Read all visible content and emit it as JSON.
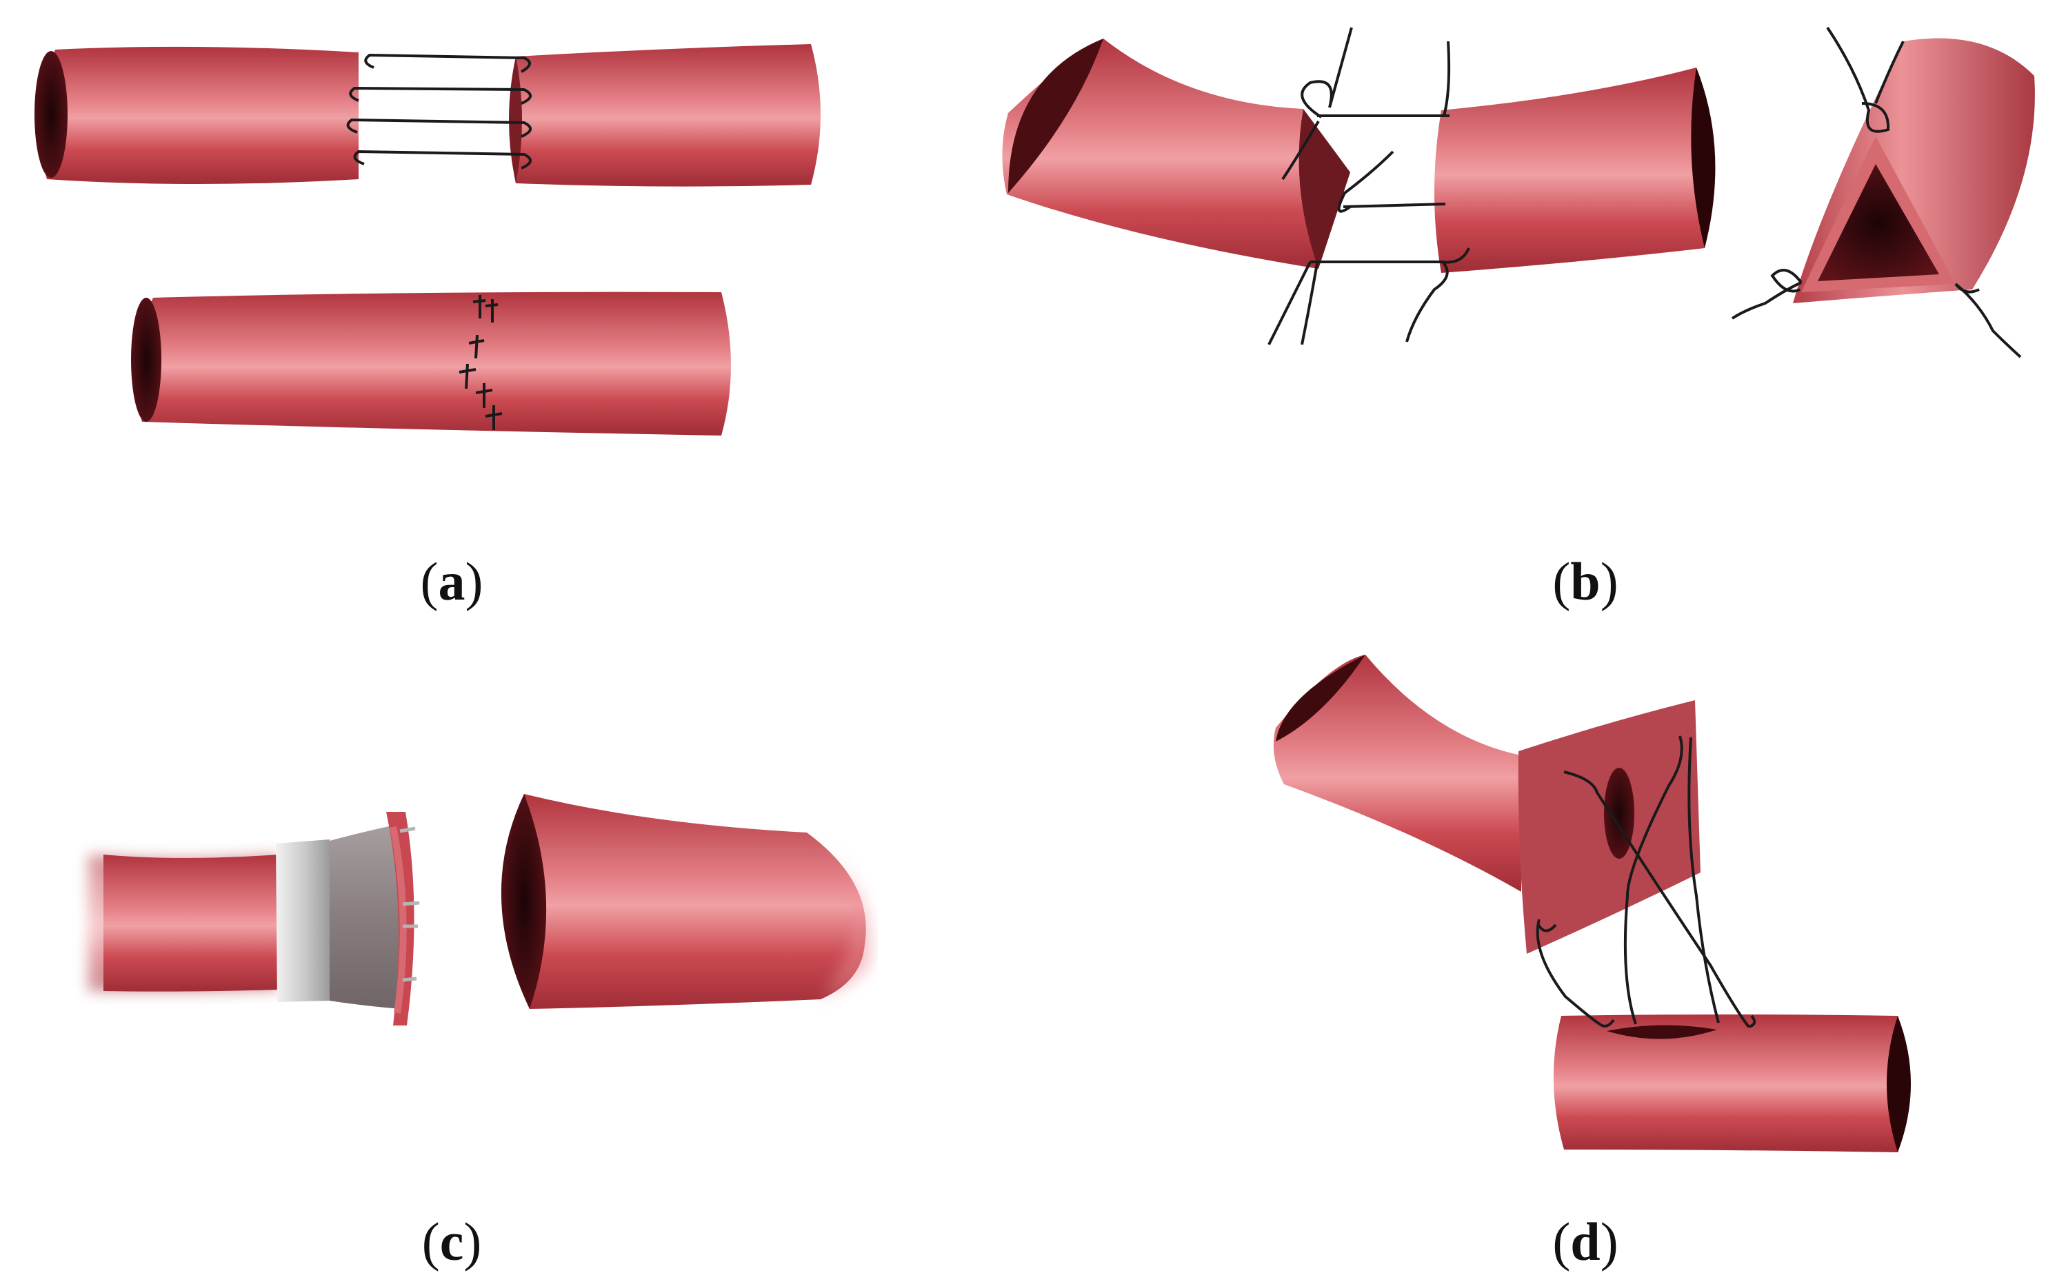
{
  "panels": [
    {
      "id": "a",
      "label": "a"
    },
    {
      "id": "b",
      "label": "b"
    },
    {
      "id": "c",
      "label": "c"
    },
    {
      "id": "d",
      "label": "d"
    }
  ],
  "colors": {
    "vessel": "#c9444c",
    "vessel_highlight": "#ec8d92",
    "vessel_shadow": "#a5303a",
    "lumen": "#3a0a0e",
    "suture": "#1a1a1a",
    "coupler_ring": "#d2d2d2",
    "coupler_flange": "#8f8688"
  }
}
